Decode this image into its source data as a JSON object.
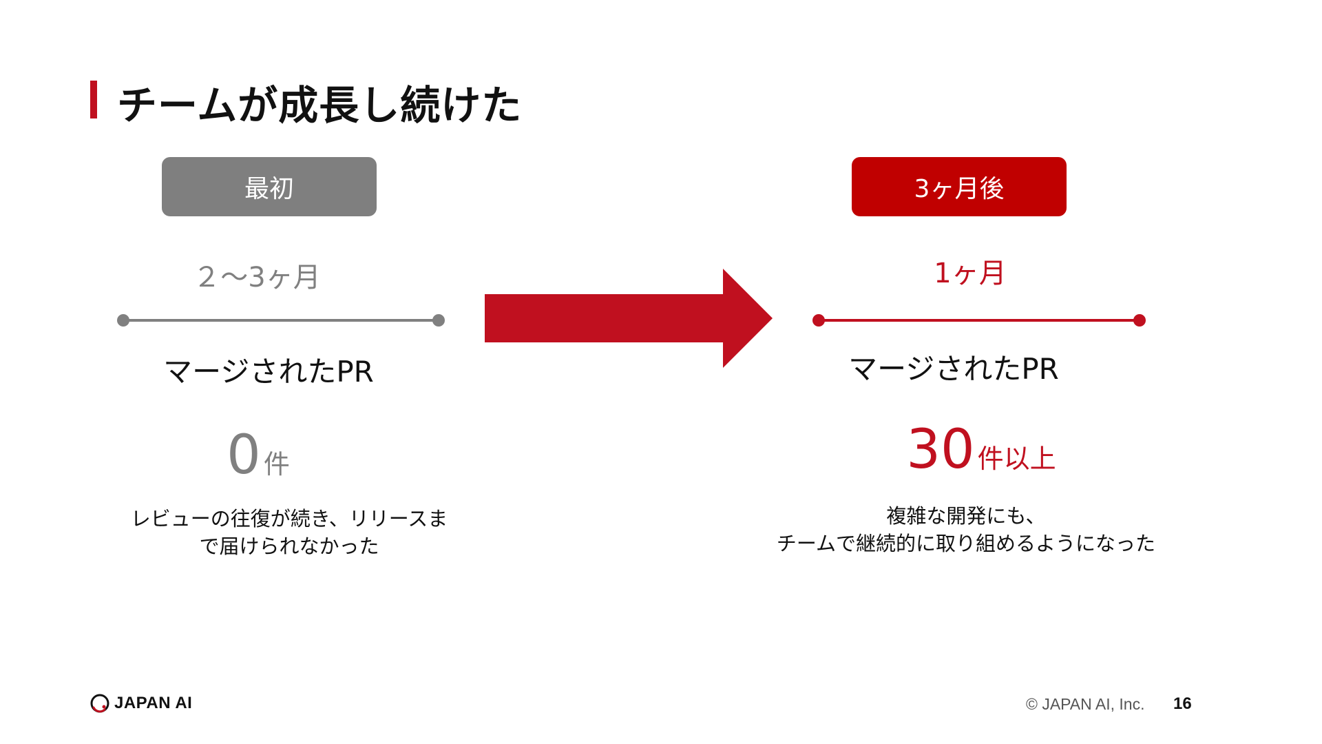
{
  "title": "チームが成長し続けた",
  "before": {
    "badge": "最初",
    "period": "２〜3ヶ月",
    "metric": "マージされたPR",
    "count_number": "0",
    "count_unit": "件",
    "description_line1": "レビューの往復が続き、リリースま",
    "description_line2": "で届けられなかった"
  },
  "after": {
    "badge": "3ヶ月後",
    "period": "1ヶ月",
    "metric": "マージされたPR",
    "count_number": "30",
    "count_unit": "件以上",
    "description_line1": "複雑な開発にも、",
    "description_line2": "チームで継続的に取り組めるようになった"
  },
  "footer": {
    "logo_text": "JAPAN AI",
    "copyright": "© JAPAN AI, Inc.",
    "page_number": "16"
  },
  "colors": {
    "accent_red": "#c0101f",
    "badge_red": "#c00000",
    "muted_gray": "#808080"
  },
  "icons": {
    "arrow": "right-arrow-icon",
    "logo": "japan-ai-logo-icon"
  }
}
